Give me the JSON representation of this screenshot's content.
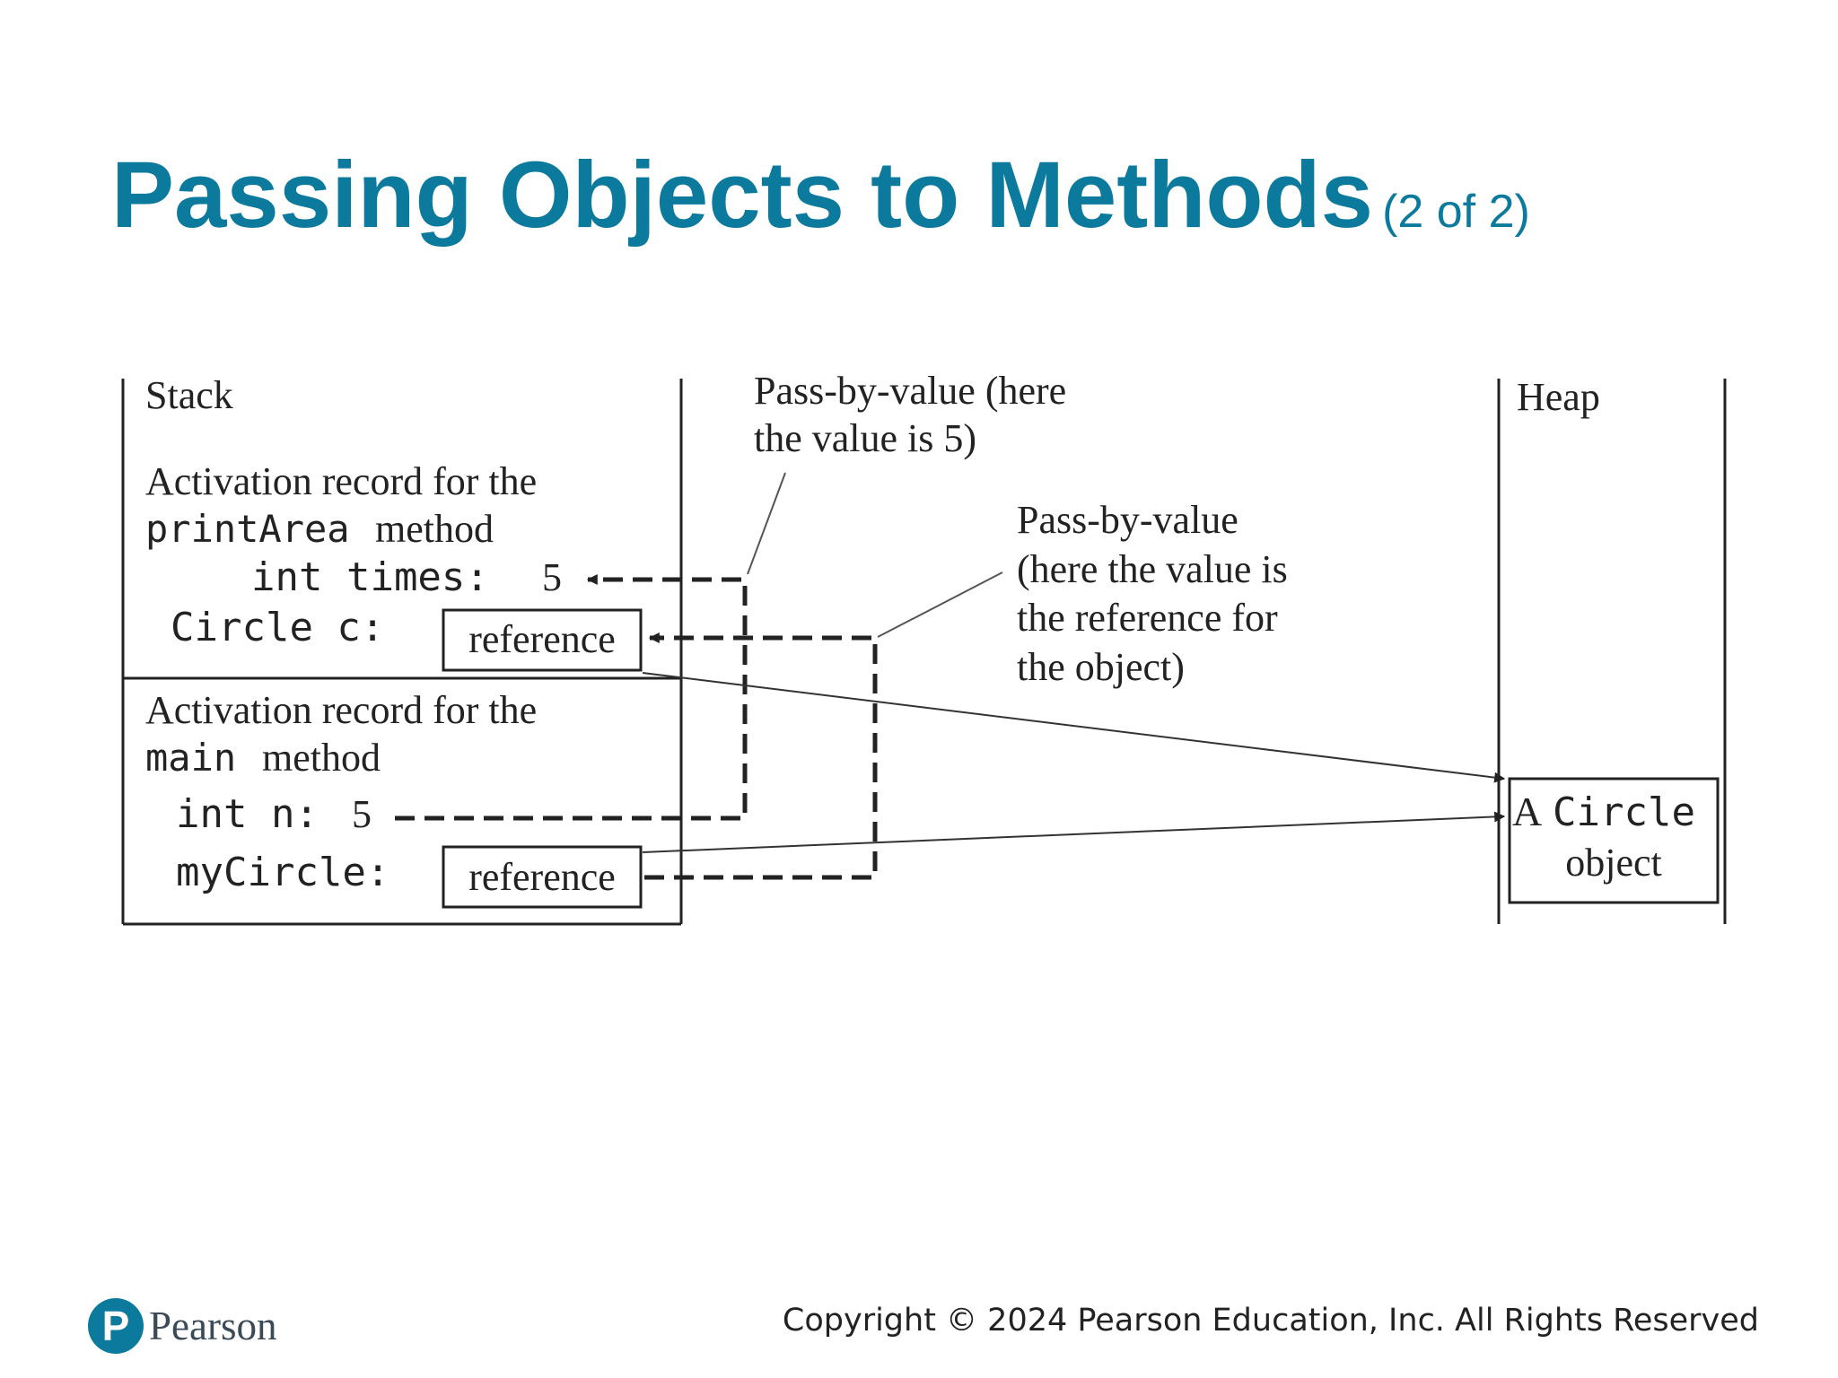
{
  "title": {
    "main": "Passing Objects to Methods",
    "sub": "(2 of 2)"
  },
  "diagram": {
    "stack_label": "Stack",
    "heap_label": "Heap",
    "print_area_record": {
      "line1": "Activation record for the",
      "method_name": "printArea",
      "method_word": "method",
      "times_field": "int times:",
      "times_value": "5",
      "circle_field": "Circle c:",
      "reference": "reference"
    },
    "main_record": {
      "line1": "Activation record for the",
      "method_name": "main",
      "method_word": "method",
      "n_field": "int n:",
      "n_value": "5",
      "mycircle_field": "myCircle:",
      "reference": "reference"
    },
    "callout_value": {
      "line1": "Pass-by-value (here",
      "line2": "the value is 5)"
    },
    "callout_reference": {
      "line1": "Pass-by-value",
      "line2": "(here the value is",
      "line3": "the reference for",
      "line4": "the object)"
    },
    "heap_object": {
      "line1_a": "A",
      "line1_b": "Circle",
      "line2": "object"
    }
  },
  "footer": {
    "copyright": "Copyright © 2024 Pearson Education, Inc. All Rights Reserved",
    "logo_letter": "P",
    "logo_word": "Pearson"
  },
  "colors": {
    "accent": "#0b7a9c",
    "ink": "#222222"
  }
}
